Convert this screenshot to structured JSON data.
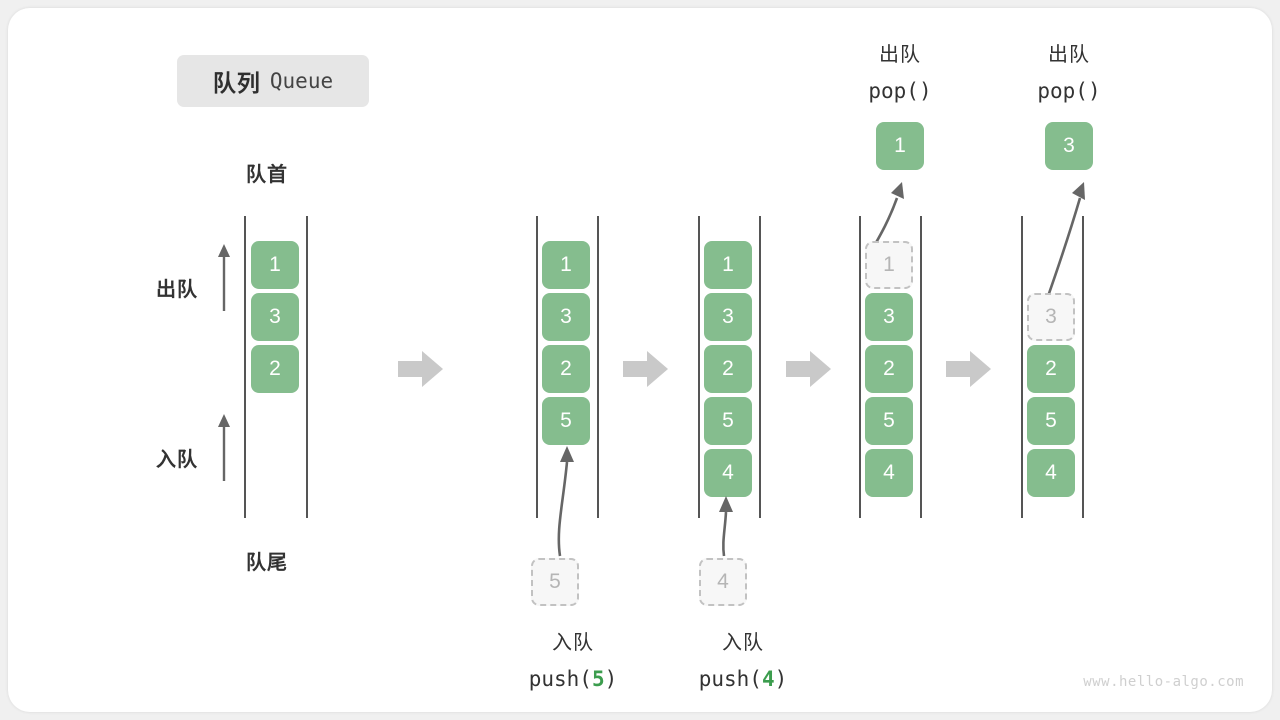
{
  "title": {
    "cn": "队列",
    "en": "Queue"
  },
  "labels": {
    "head": "队首",
    "tail": "队尾",
    "dequeue": "出队",
    "enqueue": "入队"
  },
  "watermark": "www.hello-algo.com",
  "colors": {
    "cell_fill": "#85bd8e",
    "cell_text": "#ffffff",
    "ghost_fill": "#f7f7f7",
    "ghost_border": "#c2c2c2",
    "ghost_text": "#b5b5b5",
    "rail": "#555555",
    "flow_arrow": "#c9c9c9",
    "accent_number": "#3c9d4e",
    "badge_bg": "#e6e6e6",
    "card_bg": "#ffffff",
    "page_bg": "#f0f0f0"
  },
  "columns": [
    {
      "id": "initial",
      "cells": [
        "1",
        "3",
        "2"
      ],
      "top_label": null,
      "bottom_label": null,
      "ghost": null,
      "popped": null
    },
    {
      "id": "after-push-5",
      "cells": [
        "1",
        "3",
        "2",
        "5"
      ],
      "top_label": null,
      "bottom_label": {
        "cn": "入队",
        "code_prefix": "push(",
        "code_num": "5",
        "code_suffix": ")"
      },
      "ghost": {
        "value": "5",
        "position": "below"
      },
      "popped": null
    },
    {
      "id": "after-push-4",
      "cells": [
        "1",
        "3",
        "2",
        "5",
        "4"
      ],
      "top_label": null,
      "bottom_label": {
        "cn": "入队",
        "code_prefix": "push(",
        "code_num": "4",
        "code_suffix": ")"
      },
      "ghost": {
        "value": "4",
        "position": "below"
      },
      "popped": null
    },
    {
      "id": "after-pop-1",
      "cells": [
        "3",
        "2",
        "5",
        "4"
      ],
      "top_label": {
        "cn": "出队",
        "code_prefix": "pop(",
        "code_num": "",
        "code_suffix": ")"
      },
      "bottom_label": null,
      "ghost": {
        "value": "1",
        "position": "slot0"
      },
      "popped": "1"
    },
    {
      "id": "after-pop-3",
      "cells": [
        "2",
        "5",
        "4"
      ],
      "top_label": {
        "cn": "出队",
        "code_prefix": "pop(",
        "code_num": "",
        "code_suffix": ")"
      },
      "bottom_label": null,
      "ghost": {
        "value": "3",
        "position": "slot1"
      },
      "popped": "3"
    }
  ],
  "flow_arrows": [
    {
      "id": "flow-1"
    },
    {
      "id": "flow-2"
    },
    {
      "id": "flow-3"
    },
    {
      "id": "flow-4"
    }
  ]
}
